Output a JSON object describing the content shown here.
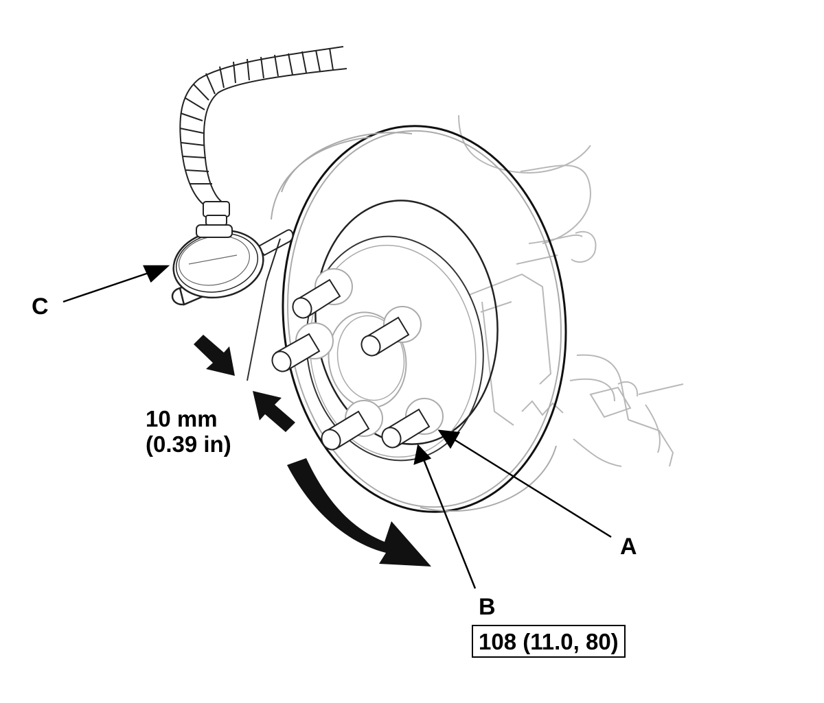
{
  "labels": {
    "c": "C",
    "a": "A",
    "b": "B"
  },
  "dimension": {
    "line1": "10 mm",
    "line2": "(0.39 in)"
  },
  "torque": {
    "value": "108 (11.0, 80)"
  }
}
